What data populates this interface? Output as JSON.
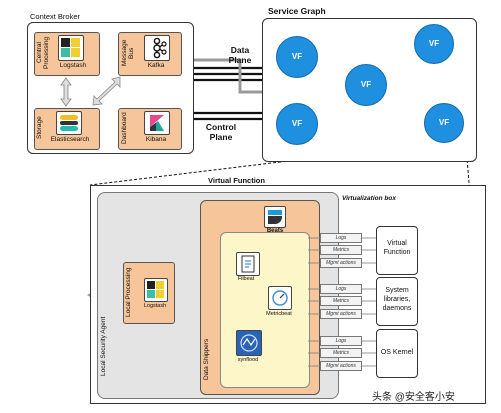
{
  "context_broker": {
    "title": "Context Broker",
    "central_processing": "Central Processing",
    "logstash": "Logstash",
    "message_bus": "Message Bus",
    "kafka": "Kafka",
    "storage": "Storage",
    "elasticsearch": "Elasticsearch",
    "dashboard": "Dashboard",
    "kibana": "Kibana"
  },
  "planes": {
    "data": "Data Plane",
    "control": "Control Plane"
  },
  "service_graph": {
    "title": "Service Graph",
    "node_label": "VF"
  },
  "virtual_function": {
    "title": "Virtual Function",
    "virtualization_box": "Virtualization box",
    "local_security_agent": "Local Security Agent",
    "local_processing": "Local Processing",
    "logstash": "Logstash",
    "data_shippers": "Data Shippers",
    "beats": "Beats",
    "filebeat": "Filbeat",
    "metricbeat": "Metricbeat",
    "synflood": "synflood",
    "metrics": [
      "Logs",
      "Metrics",
      "Mgmt actions"
    ],
    "layers": [
      "Virtual Function",
      "System libraries, daemons",
      "OS Kernel"
    ]
  },
  "watermark": "头条 @安全客小安",
  "colors": {
    "orange": "#f6c59a",
    "vf_blue": "#1f8fe0",
    "beats_yellow": "#fcf6c8",
    "gray_panel": "#e4e4e4"
  }
}
